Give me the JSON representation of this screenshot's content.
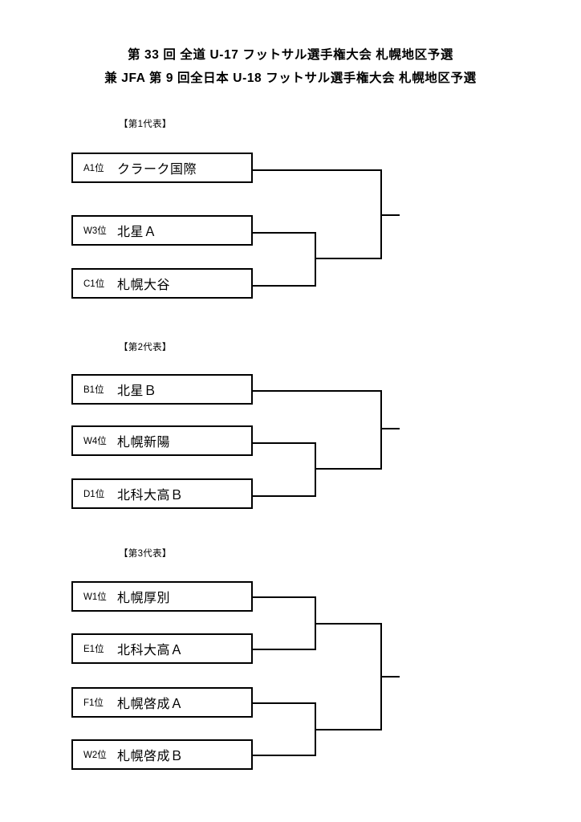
{
  "document": {
    "title_line_1": "第 33 回 全道 U-17 フットサル選手権大会 札幌地区予選",
    "title_line_2": "兼 JFA 第 9 回全日本 U-18 フットサル選手権大会 札幌地区予選"
  },
  "brackets": [
    {
      "label": "【第1代表】",
      "teams": [
        {
          "seed": "A1位",
          "name": "クラーク国際"
        },
        {
          "seed": "W3位",
          "name": "北星Ａ"
        },
        {
          "seed": "C1位",
          "name": "札幌大谷"
        }
      ]
    },
    {
      "label": "【第2代表】",
      "teams": [
        {
          "seed": "B1位",
          "name": "北星Ｂ"
        },
        {
          "seed": "W4位",
          "name": "札幌新陽"
        },
        {
          "seed": "D1位",
          "name": "北科大高Ｂ"
        }
      ]
    },
    {
      "label": "【第3代表】",
      "teams": [
        {
          "seed": "W1位",
          "name": "札幌厚別"
        },
        {
          "seed": "E1位",
          "name": "北科大高Ａ"
        },
        {
          "seed": "F1位",
          "name": "札幌啓成Ａ"
        },
        {
          "seed": "W2位",
          "name": "札幌啓成Ｂ"
        }
      ]
    }
  ],
  "style": {
    "line_color": "#000000",
    "background": "#ffffff"
  }
}
